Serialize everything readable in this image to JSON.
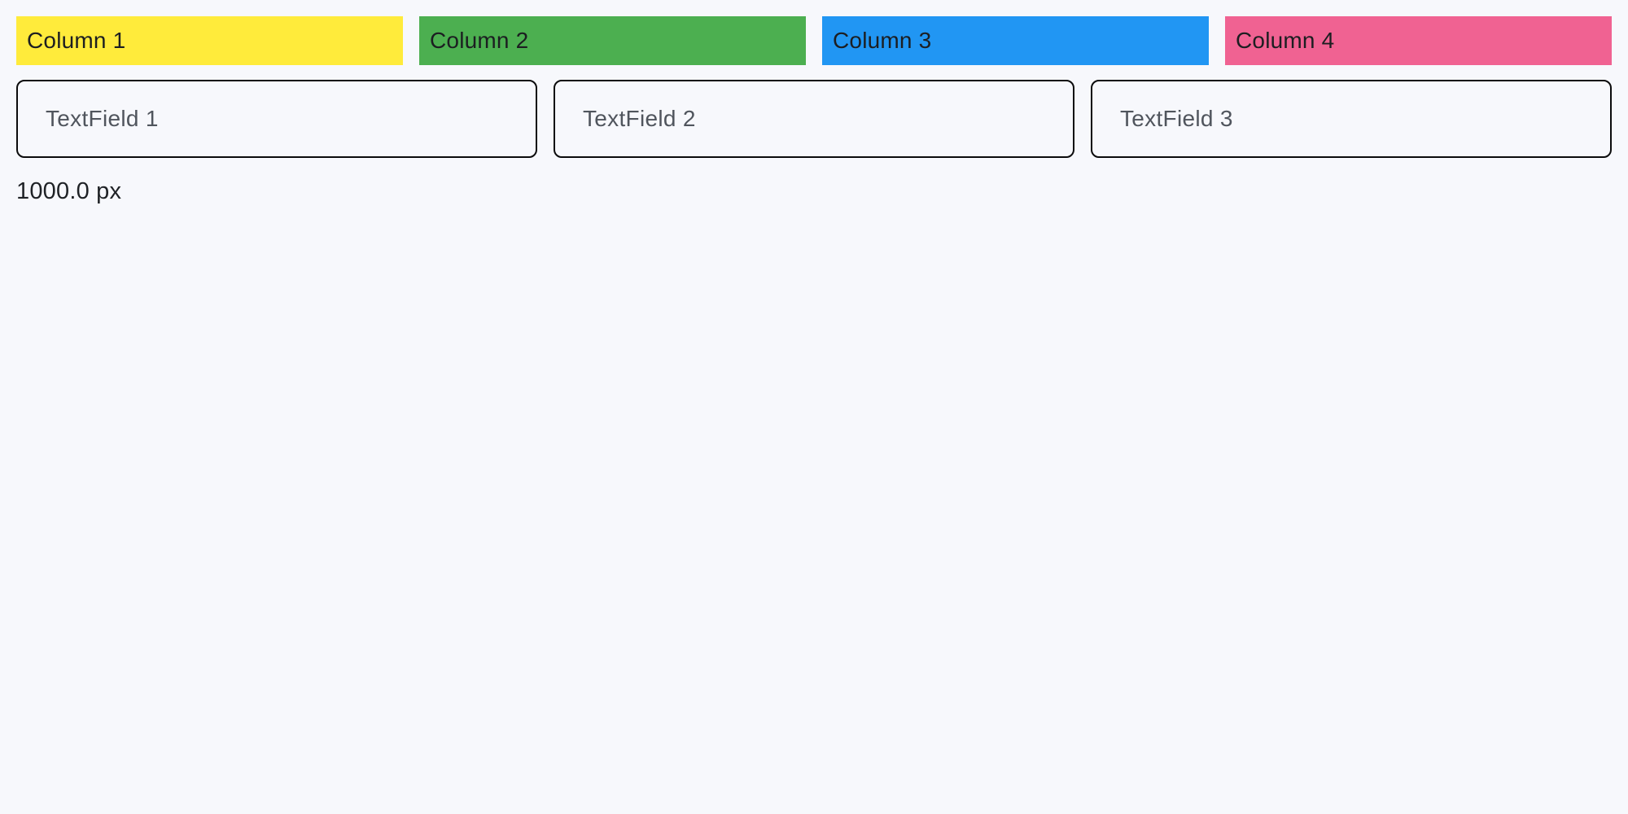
{
  "page": {
    "background_color": "#F7F8FC",
    "width_label": "1000.0 px"
  },
  "columns": [
    {
      "label": "Column 1",
      "color": "#FFEB3B"
    },
    {
      "label": "Column 2",
      "color": "#4CAF50"
    },
    {
      "label": "Column 3",
      "color": "#2196F3"
    },
    {
      "label": "Column 4",
      "color": "#F06292"
    }
  ],
  "textfields": [
    {
      "placeholder": "TextField 1",
      "value": ""
    },
    {
      "placeholder": "TextField 2",
      "value": ""
    },
    {
      "placeholder": "TextField 3",
      "value": ""
    }
  ]
}
